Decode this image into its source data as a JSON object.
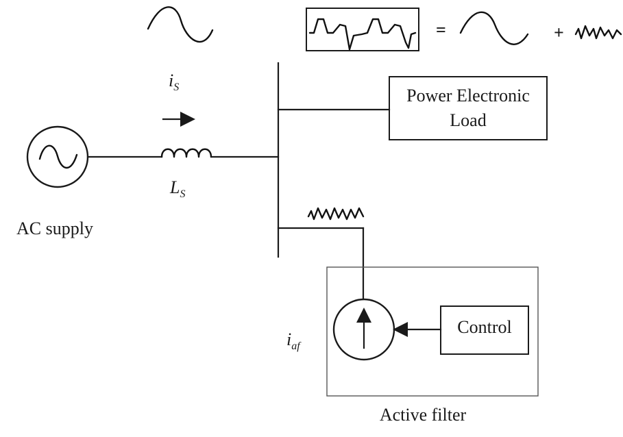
{
  "labels": {
    "source_current": "i",
    "source_current_sub": "S",
    "source_inductance": "L",
    "source_inductance_sub": "S",
    "ac_supply": "AC supply",
    "load_line1": "Power Electronic",
    "load_line2": "Load",
    "filter_current": "i",
    "filter_current_sub": "af",
    "control": "Control",
    "active_filter": "Active filter",
    "equals": "=",
    "plus": "+"
  },
  "icons": {
    "ac_source": "sine-wave-in-circle-icon",
    "inductor": "inductor-coil-icon",
    "current_source": "up-arrow-in-circle-icon",
    "direction": "right-arrow-icon"
  },
  "colors": {
    "ink": "#1a1a1a",
    "background": "#ffffff",
    "box_border": "#555555"
  }
}
